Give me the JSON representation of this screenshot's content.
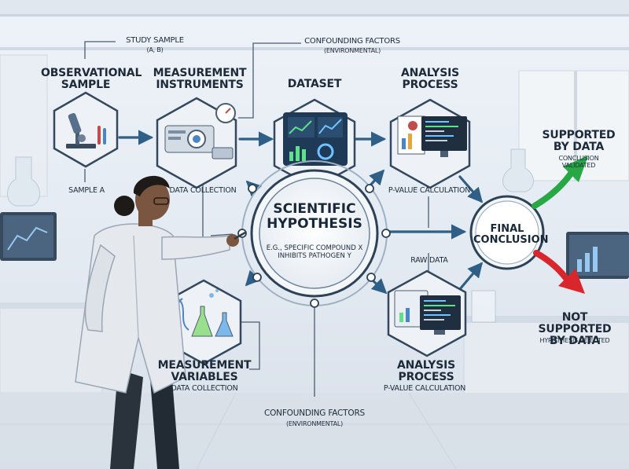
{
  "labels": {
    "study_sample": "STUDY SAMPLE",
    "study_sample_sub": "(A, B)",
    "confounding_top": "CONFOUNDING FACTORS",
    "confounding_top_sub": "(ENVIRONMENTAL)",
    "observational_sample": "OBSERVATIONAL SAMPLE",
    "measurement_instruments": "MEASUREMENT INSTRUMENTS",
    "dataset": "DATASET",
    "analysis_process_top": "ANALYSIS PROCESS",
    "sample_a": "SAMPLE A",
    "data_collection_top": "DATA COLLECTION",
    "p_value_top": "P-VALUE CALCULATION",
    "raw_data": "RAW DATA",
    "measurement_variables": "MEASUREMENT VARIABLES",
    "data_collection_bottom": "DATA COLLECTION",
    "analysis_process_bottom": "ANALYSIS PROCESS",
    "p_value_bottom": "P-VALUE CALCULATION",
    "confounding_bottom": "CONFOUNDING FACTORS",
    "confounding_bottom_sub": "(ENVIRONMENTAL)"
  },
  "hypothesis": {
    "title": "SCIENTIFIC HYPOTHESIS",
    "subtitle": "E.G., SPECIFIC COMPOUND X INHIBITS PATHOGEN Y"
  },
  "conclusion": {
    "final": "FINAL CONCLUSION",
    "supported": "SUPPORTED BY DATA",
    "supported_sub": "CONCLUSION VALIDATED",
    "not_supported": "NOT SUPPORTED BY DATA",
    "not_supported_sub": "HYPOTHESIS REJECTED"
  },
  "colors": {
    "flow_arrow": "#2f5f86",
    "supported_arrow": "#27a845",
    "rejected_arrow": "#d8262c",
    "node_fill": "#eef2f6",
    "node_border": "#33485e"
  },
  "icons": [
    "microscope-icon",
    "projector-icon",
    "dashboard-icon",
    "monitor-code-icon",
    "flask-icon",
    "monitor-code-icon"
  ]
}
